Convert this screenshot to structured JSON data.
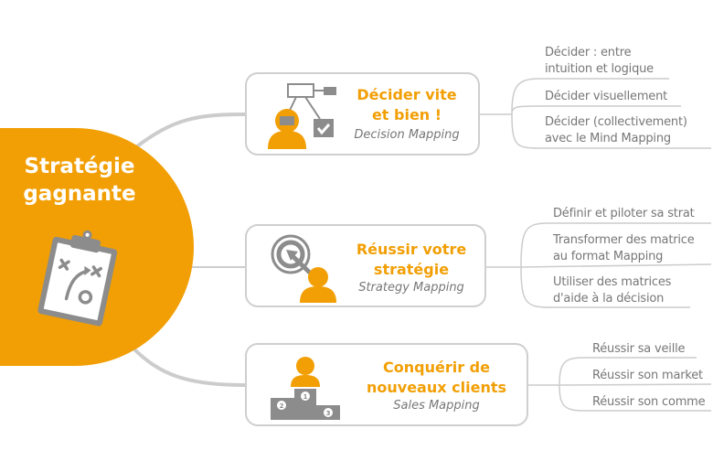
{
  "central": {
    "title_line1": "Stratégie",
    "title_line2": "gagnante",
    "icon": "clipboard-strategy-icon"
  },
  "colors": {
    "accent": "#F29F05",
    "line": "#cccccc",
    "text": "#777777",
    "icon_gray": "#8c8c8c"
  },
  "branches": [
    {
      "title_line1": "Décider vite",
      "title_line2": "et bien !",
      "subtitle": "Decision Mapping",
      "icon": "decision-tree-person-icon",
      "leaves": [
        {
          "line1": "Décider : entre",
          "line2": "intuition et logique"
        },
        {
          "line1": "Décider visuellement",
          "line2": ""
        },
        {
          "line1": "Décider (collectivement)",
          "line2": "avec le Mind Mapping"
        }
      ]
    },
    {
      "title_line1": "Réussir votre",
      "title_line2": "stratégie",
      "subtitle": "Strategy Mapping",
      "icon": "target-person-icon",
      "leaves": [
        {
          "line1": "Définir et piloter sa strat",
          "line2": ""
        },
        {
          "line1": "Transformer des matrice",
          "line2": "au format Mapping"
        },
        {
          "line1": "Utiliser des matrices",
          "line2": "d'aide à la décision"
        }
      ]
    },
    {
      "title_line1": "Conquérir de",
      "title_line2": "nouveaux clients",
      "subtitle": "Sales Mapping",
      "icon": "podium-person-icon",
      "podium_labels": [
        "1",
        "2",
        "3"
      ],
      "leaves": [
        {
          "line1": "Réussir sa veille",
          "line2": ""
        },
        {
          "line1": "Réussir son market",
          "line2": ""
        },
        {
          "line1": "Réussir son comme",
          "line2": ""
        }
      ]
    }
  ]
}
